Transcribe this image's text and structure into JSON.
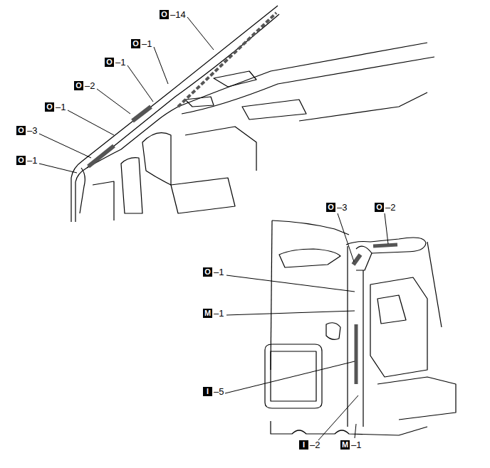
{
  "diagram": {
    "labels": [
      "O",
      "–14",
      "O",
      "–1",
      "O",
      "–1",
      "O",
      "–2",
      "O",
      "–1",
      "O",
      "–3",
      "O",
      "–1",
      "O",
      "–3",
      "O",
      "–2",
      "O",
      "–1",
      "M",
      "–1",
      "I",
      "–5",
      "I",
      "–2",
      "M",
      "–1"
    ]
  }
}
